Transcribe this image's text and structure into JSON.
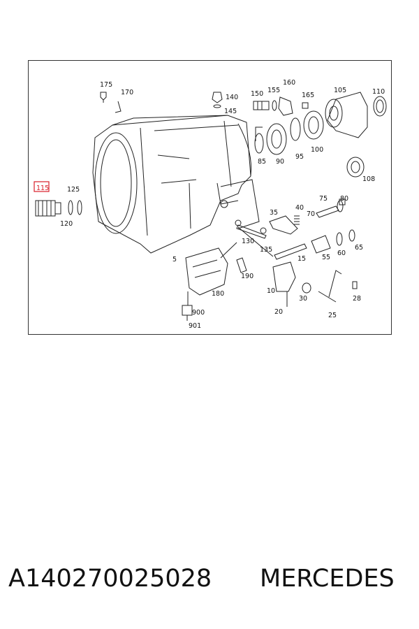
{
  "diagram": {
    "highlighted_part": "115",
    "part_labels": [
      "175",
      "170",
      "140",
      "145",
      "150",
      "155",
      "160",
      "165",
      "105",
      "110",
      "85",
      "90",
      "95",
      "100",
      "108",
      "125",
      "120",
      "40",
      "70",
      "75",
      "80",
      "35",
      "130",
      "135",
      "15",
      "55",
      "60",
      "65",
      "5",
      "190",
      "180",
      "10",
      "20",
      "30",
      "28",
      "25",
      "900",
      "901"
    ]
  },
  "caption": {
    "part_number": "A140270025028",
    "brand": "MERCEDES"
  },
  "colors": {
    "highlight": "#d81f2a",
    "line": "#222222"
  }
}
